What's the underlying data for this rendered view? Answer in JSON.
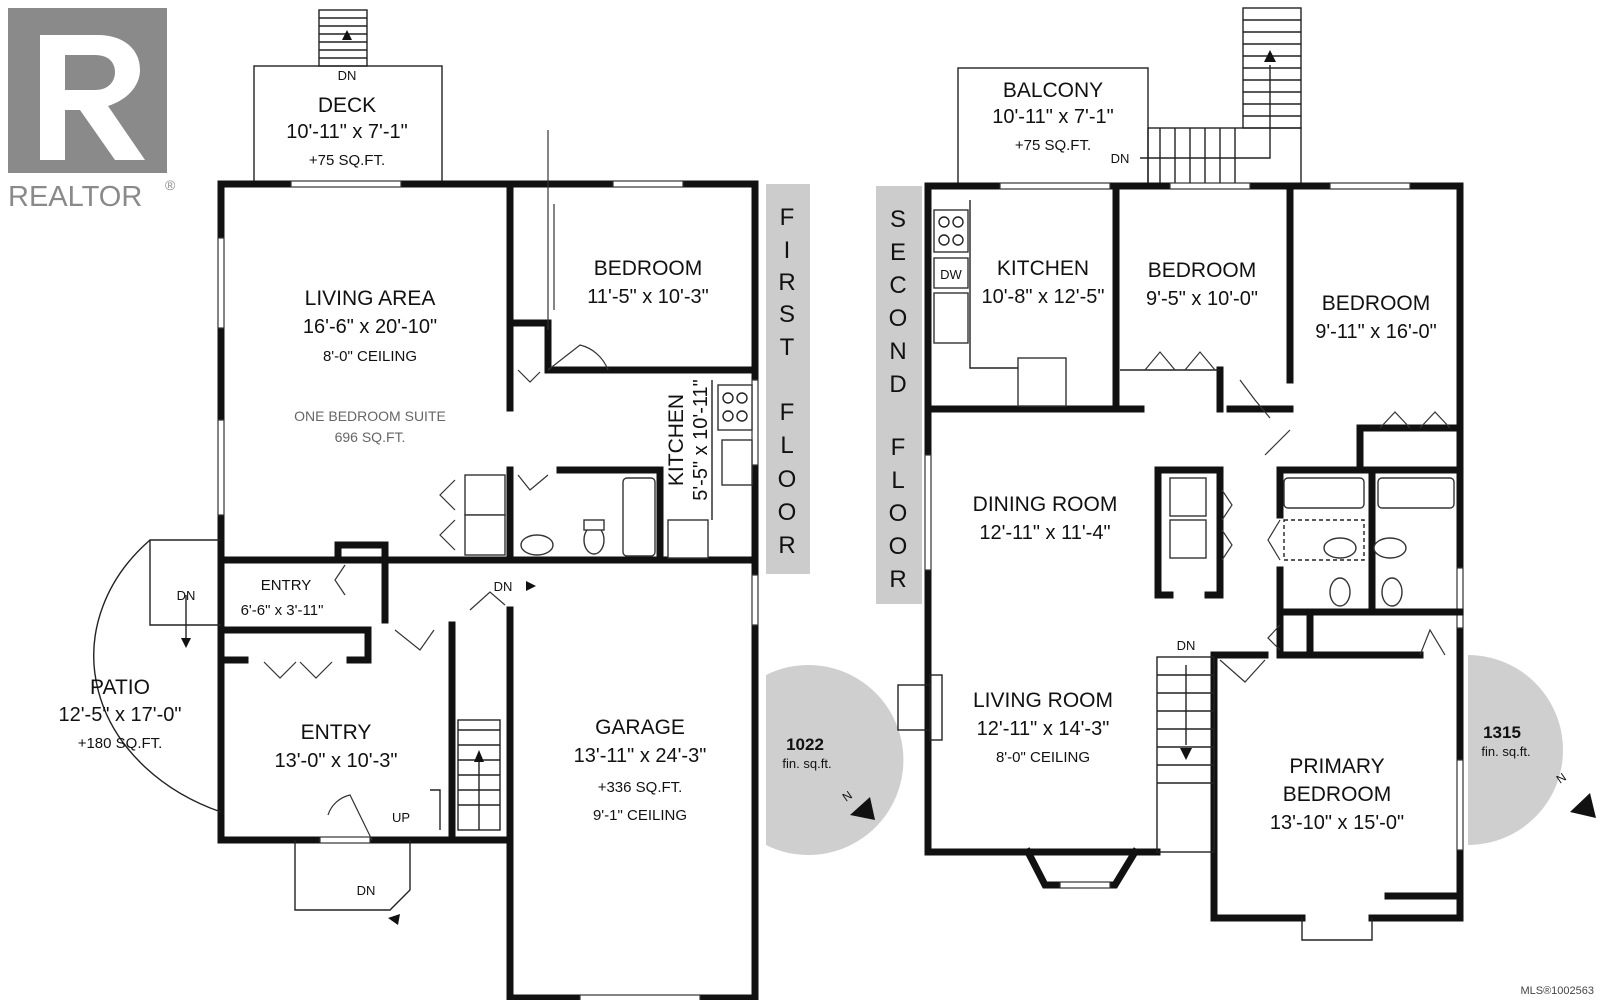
{
  "logo": {
    "text": "REALTOR",
    "mark": "®"
  },
  "mls_id": "MLS®1002563",
  "first_floor": {
    "label": [
      "F",
      "I",
      "R",
      "S",
      "T",
      "",
      "F",
      "L",
      "O",
      "O",
      "R"
    ],
    "sqft": "1022",
    "sqft_unit": "fin. sq.ft.",
    "north": "N",
    "rooms": {
      "deck": {
        "name": "DECK",
        "dim": "10'-11\" x 7'-1\"",
        "area": "+75 SQ.FT.",
        "stair": "DN"
      },
      "living": {
        "name": "LIVING AREA",
        "dim": "16'-6\" x 20'-10\"",
        "ceiling": "8'-0\" CEILING",
        "suite": "ONE BEDROOM SUITE",
        "suite_area": "696 SQ.FT."
      },
      "bedroom": {
        "name": "BEDROOM",
        "dim": "11'-5\" x 10'-3\""
      },
      "kitchen": {
        "name": "KITCHEN",
        "dim": "5'-5\" x 10'-11\""
      },
      "entry_small": {
        "name": "ENTRY",
        "dim": "6'-6\" x 3'-11\""
      },
      "entry": {
        "name": "ENTRY",
        "dim": "13'-0\" x 10'-3\"",
        "up": "UP"
      },
      "patio": {
        "name": "PATIO",
        "dim": "12'-5\" x 17'-0\"",
        "area": "+180 SQ.FT.",
        "stair": "DN"
      },
      "garage": {
        "name": "GARAGE",
        "dim": "13'-11\" x 24'-3\"",
        "area": "+336 SQ.FT.",
        "ceiling": "9'-1\" CEILING",
        "stair": "DN"
      },
      "front_step": {
        "stair": "DN"
      }
    }
  },
  "second_floor": {
    "label": [
      "S",
      "E",
      "C",
      "O",
      "N",
      "D",
      "",
      "F",
      "L",
      "O",
      "O",
      "R"
    ],
    "sqft": "1315",
    "sqft_unit": "fin. sq.ft.",
    "north": "N",
    "rooms": {
      "balcony": {
        "name": "BALCONY",
        "dim": "10'-11\" x 7'-1\"",
        "area": "+75 SQ.FT.",
        "stair": "DN"
      },
      "kitchen": {
        "name": "KITCHEN",
        "dim": "10'-8\" x 12'-5\"",
        "dw": "DW"
      },
      "bedroom1": {
        "name": "BEDROOM",
        "dim": "9'-5\" x 10'-0\""
      },
      "bedroom2": {
        "name": "BEDROOM",
        "dim": "9'-11\" x 16'-0\""
      },
      "dining": {
        "name": "DINING ROOM",
        "dim": "12'-11\" x 11'-4\""
      },
      "living": {
        "name": "LIVING ROOM",
        "dim": "12'-11\" x 14'-3\"",
        "ceiling": "8'-0\" CEILING",
        "stair": "DN"
      },
      "primary": {
        "name": "PRIMARY",
        "name2": "BEDROOM",
        "dim": "13'-10\" x 15'-0\""
      }
    }
  }
}
